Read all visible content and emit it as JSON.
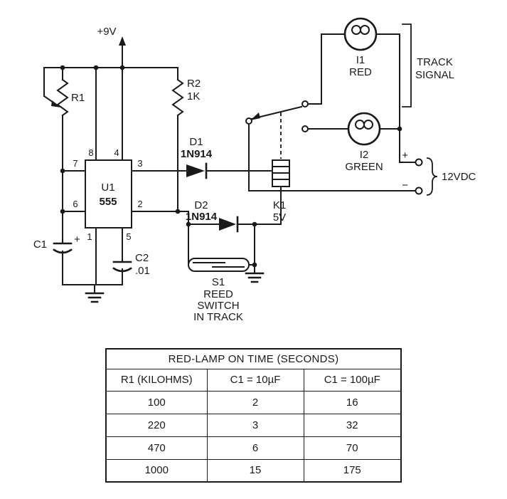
{
  "schematic": {
    "power_label": "+9V",
    "components": {
      "r1": {
        "ref": "R1"
      },
      "r2": {
        "ref": "R2",
        "value": "1K"
      },
      "u1": {
        "ref": "U1",
        "value": "555"
      },
      "d1": {
        "ref": "D1",
        "value": "1N914"
      },
      "d2": {
        "ref": "D2",
        "value": "1N914"
      },
      "c1": {
        "ref": "C1",
        "polarity": "+"
      },
      "c2": {
        "ref": "C2",
        "value": ".01"
      },
      "s1": {
        "ref": "S1",
        "desc1": "REED",
        "desc2": "SWITCH",
        "desc3": "IN TRACK"
      },
      "k1": {
        "ref": "K1",
        "value": "5V"
      },
      "i1": {
        "ref": "I1",
        "color": "RED"
      },
      "i2": {
        "ref": "I2",
        "color": "GREEN"
      }
    },
    "pins": {
      "p1": "1",
      "p2": "2",
      "p3": "3",
      "p4": "4",
      "p5": "5",
      "p6": "6",
      "p7": "7",
      "p8": "8"
    },
    "annotations": {
      "track_line1": "TRACK",
      "track_line2": "SIGNAL",
      "supply_plus": "+",
      "supply_minus": "−",
      "supply_label": "12VDC"
    }
  },
  "table": {
    "title": "RED-LAMP ON TIME (SECONDS)",
    "headers": [
      "R1 (KILOHMS)",
      "C1 = 10µF",
      "C1 = 100µF"
    ],
    "rows": [
      [
        "100",
        "2",
        "16"
      ],
      [
        "220",
        "3",
        "32"
      ],
      [
        "470",
        "6",
        "70"
      ],
      [
        "1000",
        "15",
        "175"
      ]
    ]
  }
}
